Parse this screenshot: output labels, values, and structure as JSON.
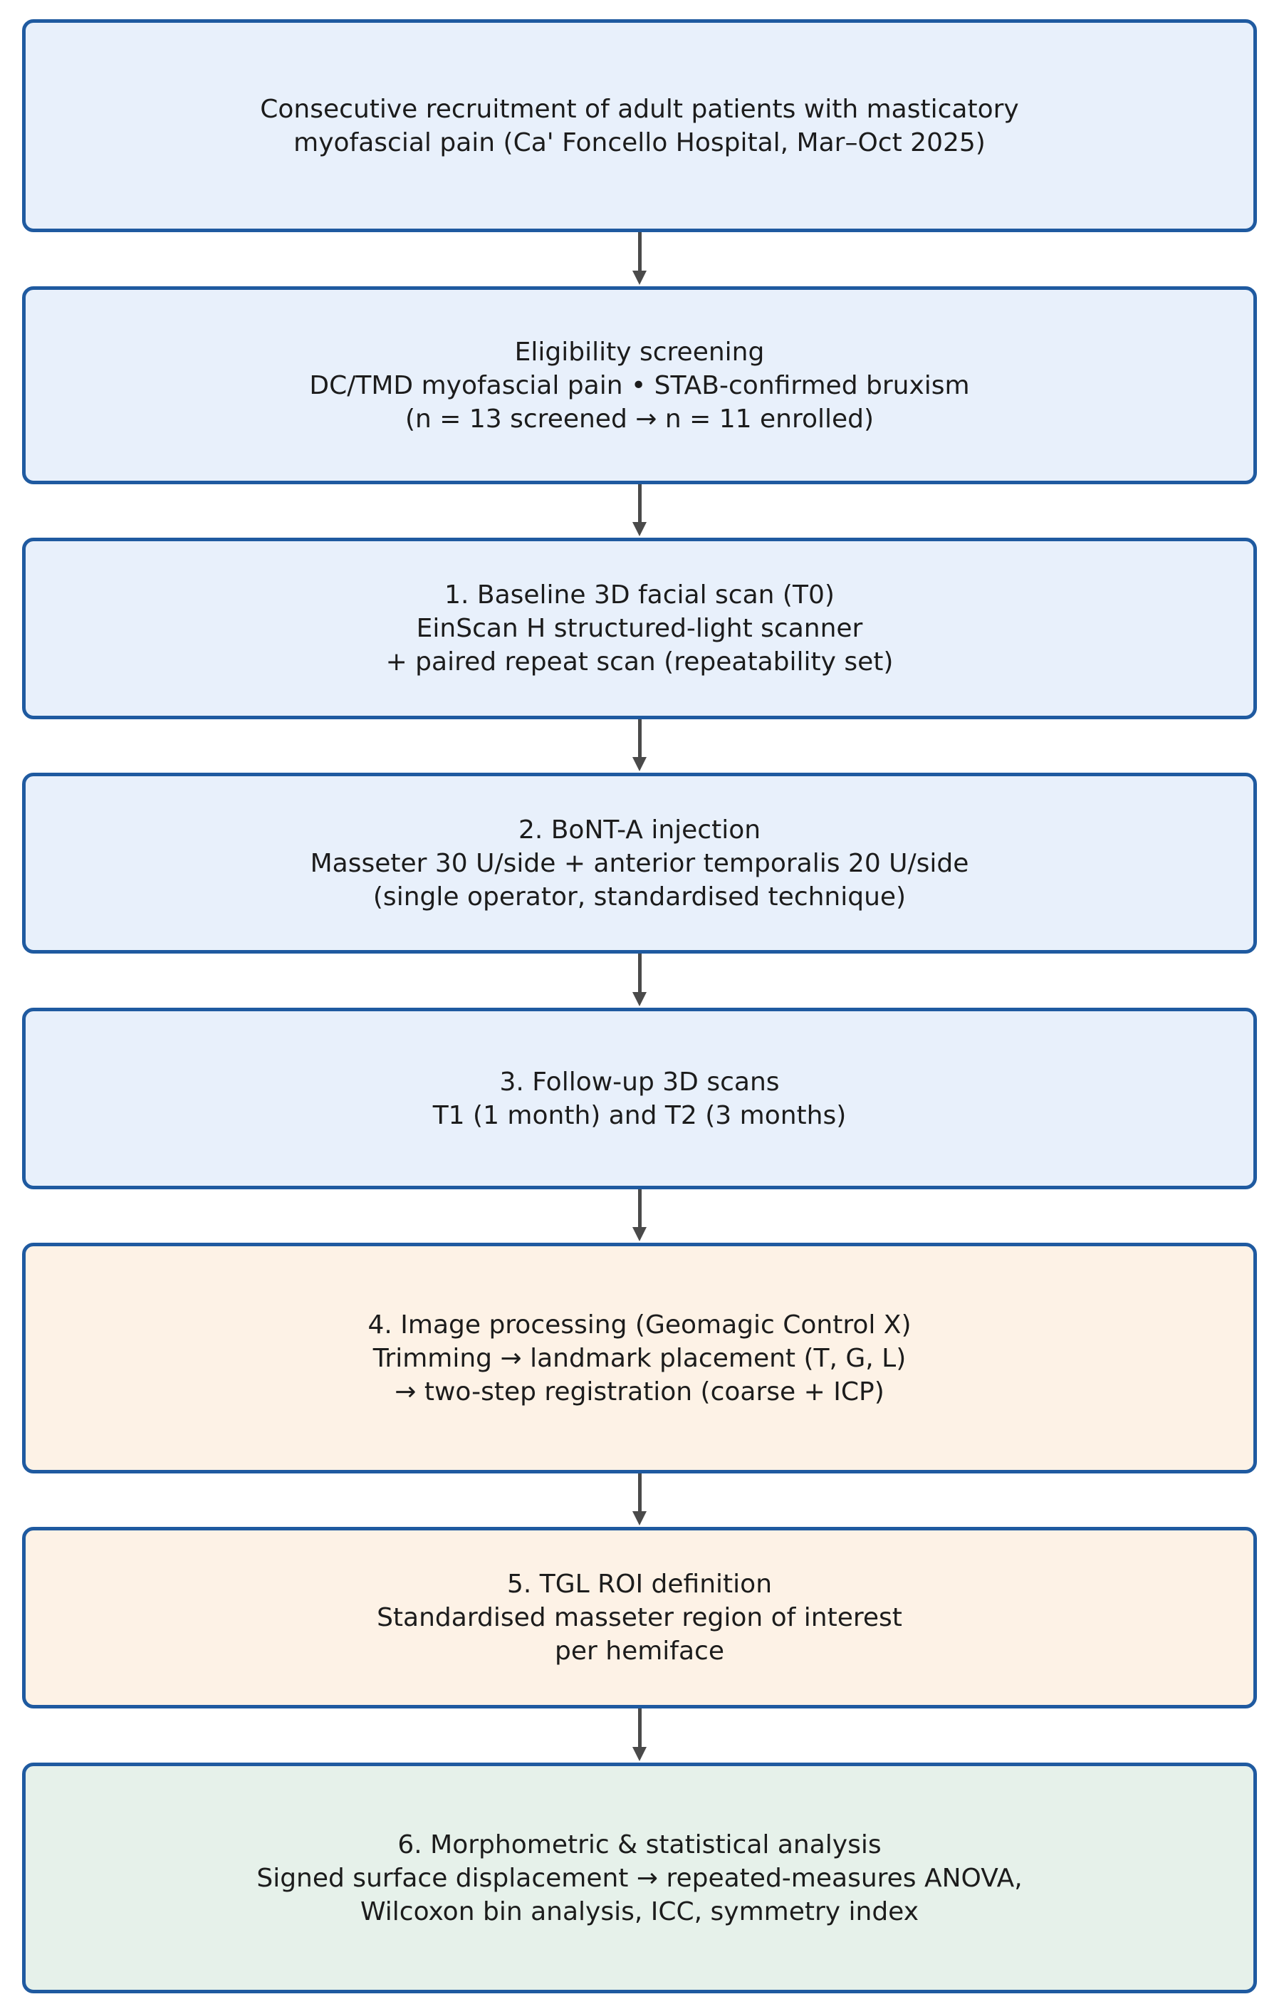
{
  "colors": {
    "border": "#1f5aa0",
    "arrow": "#4a4a4a",
    "fill_blue": "#e8f0fb",
    "fill_orange": "#fdf2e6",
    "fill_green": "#e6f1ea"
  },
  "steps": [
    {
      "fill": "fill_blue",
      "lines": [
        "Consecutive recruitment of adult patients with masticatory",
        "myofascial pain (Ca' Foncello Hospital, Mar–Oct 2025)"
      ]
    },
    {
      "fill": "fill_blue",
      "lines": [
        "Eligibility screening",
        "DC/TMD myofascial pain • STAB-confirmed bruxism",
        "(n = 13 screened → n = 11 enrolled)"
      ]
    },
    {
      "fill": "fill_blue",
      "lines": [
        "1. Baseline 3D facial scan (T0)",
        "EinScan H structured-light scanner",
        "+ paired repeat scan (repeatability set)"
      ]
    },
    {
      "fill": "fill_blue",
      "lines": [
        "2. BoNT-A injection",
        "Masseter 30 U/side + anterior temporalis 20 U/side",
        "(single operator, standardised technique)"
      ]
    },
    {
      "fill": "fill_blue",
      "lines": [
        "3. Follow-up 3D scans",
        "T1 (1 month) and T2 (3 months)"
      ]
    },
    {
      "fill": "fill_orange",
      "lines": [
        "4. Image processing (Geomagic Control X)",
        "Trimming → landmark placement (T, G, L)",
        "→ two-step registration (coarse + ICP)"
      ]
    },
    {
      "fill": "fill_orange",
      "lines": [
        "5. TGL ROI definition",
        "Standardised masseter region of interest",
        "per hemiface"
      ]
    },
    {
      "fill": "fill_green",
      "lines": [
        "6. Morphometric & statistical analysis",
        "Signed surface displacement → repeated-measures ANOVA,",
        "Wilcoxon bin analysis, ICC, symmetry index"
      ]
    }
  ]
}
